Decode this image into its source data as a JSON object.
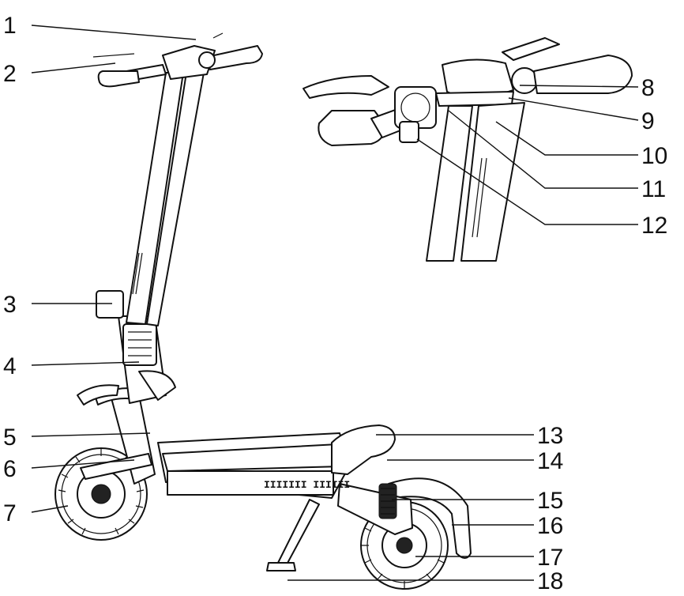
{
  "diagram": {
    "callouts": [
      {
        "id": "c1",
        "label": "1"
      },
      {
        "id": "c2",
        "label": "2"
      },
      {
        "id": "c3",
        "label": "3"
      },
      {
        "id": "c4",
        "label": "4"
      },
      {
        "id": "c5",
        "label": "5"
      },
      {
        "id": "c6",
        "label": "6"
      },
      {
        "id": "c7",
        "label": "7"
      },
      {
        "id": "c8",
        "label": "8"
      },
      {
        "id": "c9",
        "label": "9"
      },
      {
        "id": "c10",
        "label": "10"
      },
      {
        "id": "c11",
        "label": "11"
      },
      {
        "id": "c12",
        "label": "12"
      },
      {
        "id": "c13",
        "label": "13"
      },
      {
        "id": "c14",
        "label": "14"
      },
      {
        "id": "c15",
        "label": "15"
      },
      {
        "id": "c16",
        "label": "16"
      },
      {
        "id": "c17",
        "label": "17"
      },
      {
        "id": "c18",
        "label": "18"
      }
    ],
    "deck_marking": "IIIIIII IIIIII"
  }
}
